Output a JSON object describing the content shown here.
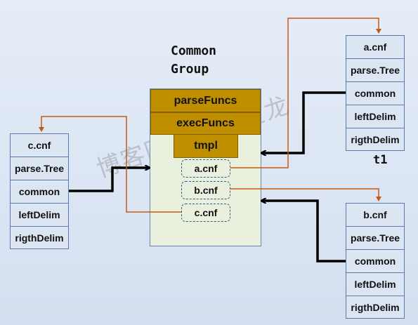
{
  "title_line1": "Common",
  "title_line2": "Group",
  "group": {
    "funcs": [
      "parseFuncs",
      "execFuncs"
    ],
    "tmpl": "tmpl",
    "templates": [
      "a.cnf",
      "b.cnf",
      "c.cnf"
    ]
  },
  "t1_label": "t1",
  "structs": {
    "a": [
      "a.cnf",
      "parse.Tree",
      "common",
      "leftDelim",
      "rigthDelim"
    ],
    "b": [
      "b.cnf",
      "parse.Tree",
      "common",
      "leftDelim",
      "rigthDelim"
    ],
    "c": [
      "c.cnf",
      "parse.Tree",
      "common",
      "leftDelim",
      "rigthDelim"
    ]
  },
  "watermark": "博客园一骏马金龙",
  "colors": {
    "background": "#dce6f4",
    "field_fill": "#dce6f2",
    "gold": "#bf8f00",
    "group_fill": "#e9f0dd",
    "arrow_black": "#000000",
    "arrow_orange": "#c55a11"
  }
}
